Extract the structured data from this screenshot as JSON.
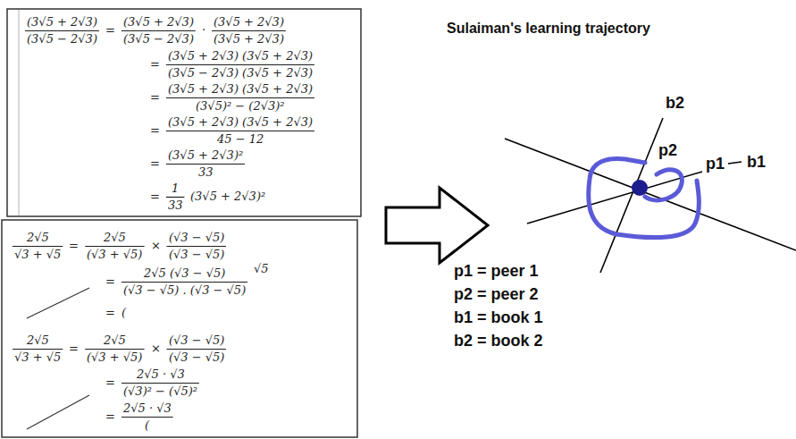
{
  "diagram": {
    "title": "Sulaiman's learning trajectory",
    "labels": [
      "b2",
      "p2",
      "p1",
      "b1",
      "p1 = peer 1",
      "p2 = peer 2",
      "b1 = book 1",
      "b2 = book 2",
      "(3√5 + 2√3)",
      "(3√5 − 2√3)",
      "=",
      "(3√5 + 2√3)",
      "(3√5 − 2√3)",
      "·",
      "(3√5 + 2√3)",
      "(3√5 + 2√3)",
      "=",
      "(3√5 + 2√3) (3√5 + 2√3)",
      "(3√5 − 2√3) (3√5 + 2√3)",
      "=",
      "(3√5 + 2√3) (3√5 + 2√3)",
      "(3√5)² − (2√3)²",
      "=",
      "(3√5 + 2√3) (3√5 + 2√3)",
      "45 − 12",
      "=",
      "(3√5 + 2√3)²",
      "33",
      "=",
      "1",
      "33",
      "(3√5 + 2√3)²",
      "2√5",
      "√3 + √5",
      "=",
      "2√5",
      "(√3 + √5)",
      "×",
      "(√3 − √5)",
      "(√3 − √5)",
      "=",
      "2√5 (√3 − √5)",
      "(√3 − √5) . (√3 − √5)",
      "√5",
      "=",
      "(",
      "2√5",
      "√3 + √5",
      "=",
      "2√5",
      "(√3 + √5)",
      "×",
      "(√3 − √5)",
      "(√3 − √5)",
      "=",
      "2√5 · √3",
      "(√3)² − (√5)²",
      "=",
      "2√5 · √3",
      "("
    ]
  }
}
